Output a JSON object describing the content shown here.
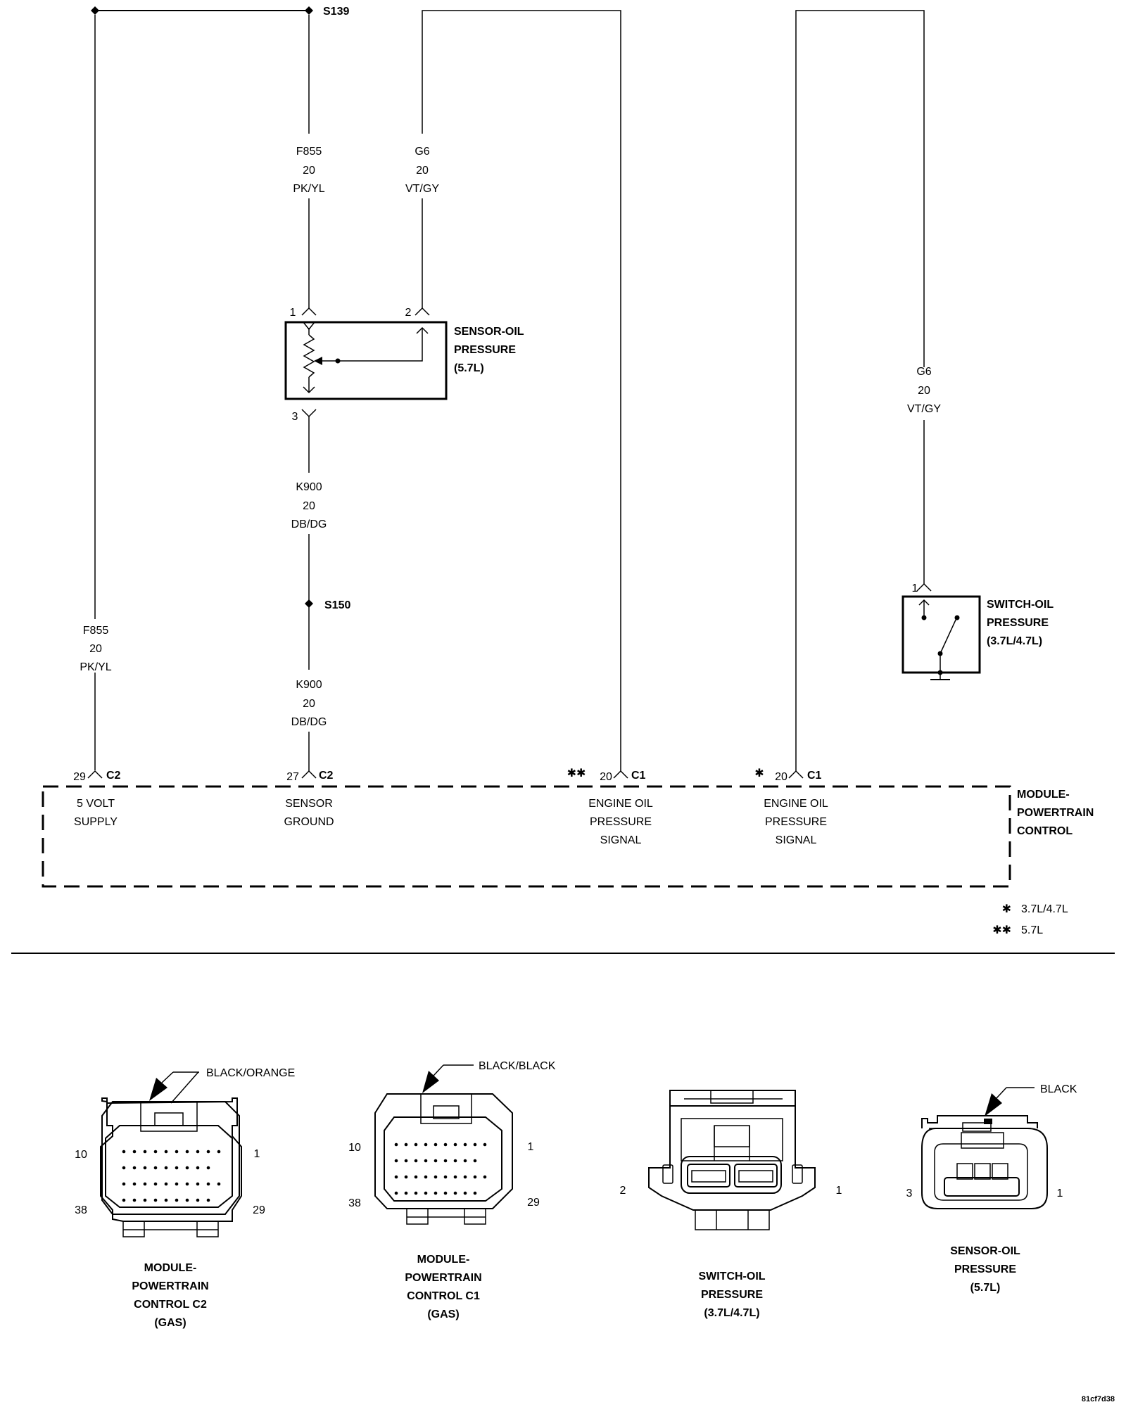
{
  "splices": {
    "s139": "S139",
    "s150": "S150"
  },
  "wires": {
    "f855_left": {
      "circuit": "F855",
      "gauge": "20",
      "color": "PK/YL"
    },
    "f855_top": {
      "circuit": "F855",
      "gauge": "20",
      "color": "PK/YL"
    },
    "g6_top": {
      "circuit": "G6",
      "gauge": "20",
      "color": "VT/GY"
    },
    "k900_upper": {
      "circuit": "K900",
      "gauge": "20",
      "color": "DB/DG"
    },
    "k900_lower": {
      "circuit": "K900",
      "gauge": "20",
      "color": "DB/DG"
    },
    "g6_right": {
      "circuit": "G6",
      "gauge": "20",
      "color": "VT/GY"
    }
  },
  "sensor": {
    "pin1": "1",
    "pin2": "2",
    "pin3": "3",
    "line1": "SENSOR-OIL",
    "line2": "PRESSURE",
    "line3": "(5.7L)"
  },
  "switch": {
    "pin1": "1",
    "line1": "SWITCH-OIL",
    "line2": "PRESSURE",
    "line3": "(3.7L/4.7L)"
  },
  "pcm": {
    "line1": "MODULE-",
    "line2": "POWERTRAIN",
    "line3": "CONTROL",
    "pins": [
      {
        "pin": "29",
        "connector": "C2",
        "mark": "",
        "line1": "5 VOLT",
        "line2": "SUPPLY",
        "line3": ""
      },
      {
        "pin": "27",
        "connector": "C2",
        "mark": "",
        "line1": "SENSOR",
        "line2": "GROUND",
        "line3": ""
      },
      {
        "pin": "20",
        "connector": "C1",
        "mark": "✱✱",
        "line1": "ENGINE OIL",
        "line2": "PRESSURE",
        "line3": "SIGNAL"
      },
      {
        "pin": "20",
        "connector": "C1",
        "mark": "✱",
        "line1": "ENGINE OIL",
        "line2": "PRESSURE",
        "line3": "SIGNAL"
      }
    ]
  },
  "legend": [
    {
      "mark": "✱",
      "text": "3.7L/4.7L"
    },
    {
      "mark": "✱✱",
      "text": "5.7L"
    }
  ],
  "connectors": [
    {
      "color": "BLACK/ORANGE",
      "pin_tl": "10",
      "pin_tr": "1",
      "pin_bl": "38",
      "pin_br": "29",
      "name": [
        "MODULE-",
        "POWERTRAIN",
        "CONTROL C2",
        "(GAS)"
      ]
    },
    {
      "color": "BLACK/BLACK",
      "pin_tl": "10",
      "pin_tr": "1",
      "pin_bl": "38",
      "pin_br": "29",
      "name": [
        "MODULE-",
        "POWERTRAIN",
        "CONTROL C1",
        "(GAS)"
      ]
    },
    {
      "pin_left": "2",
      "pin_right": "1",
      "name": [
        "SWITCH-OIL",
        "PRESSURE",
        "(3.7L/4.7L)"
      ]
    },
    {
      "color": "BLACK",
      "pin_left": "3",
      "pin_right": "1",
      "name": [
        "SENSOR-OIL",
        "PRESSURE",
        "(5.7L)"
      ]
    }
  ],
  "image_code": "81cf7d38"
}
